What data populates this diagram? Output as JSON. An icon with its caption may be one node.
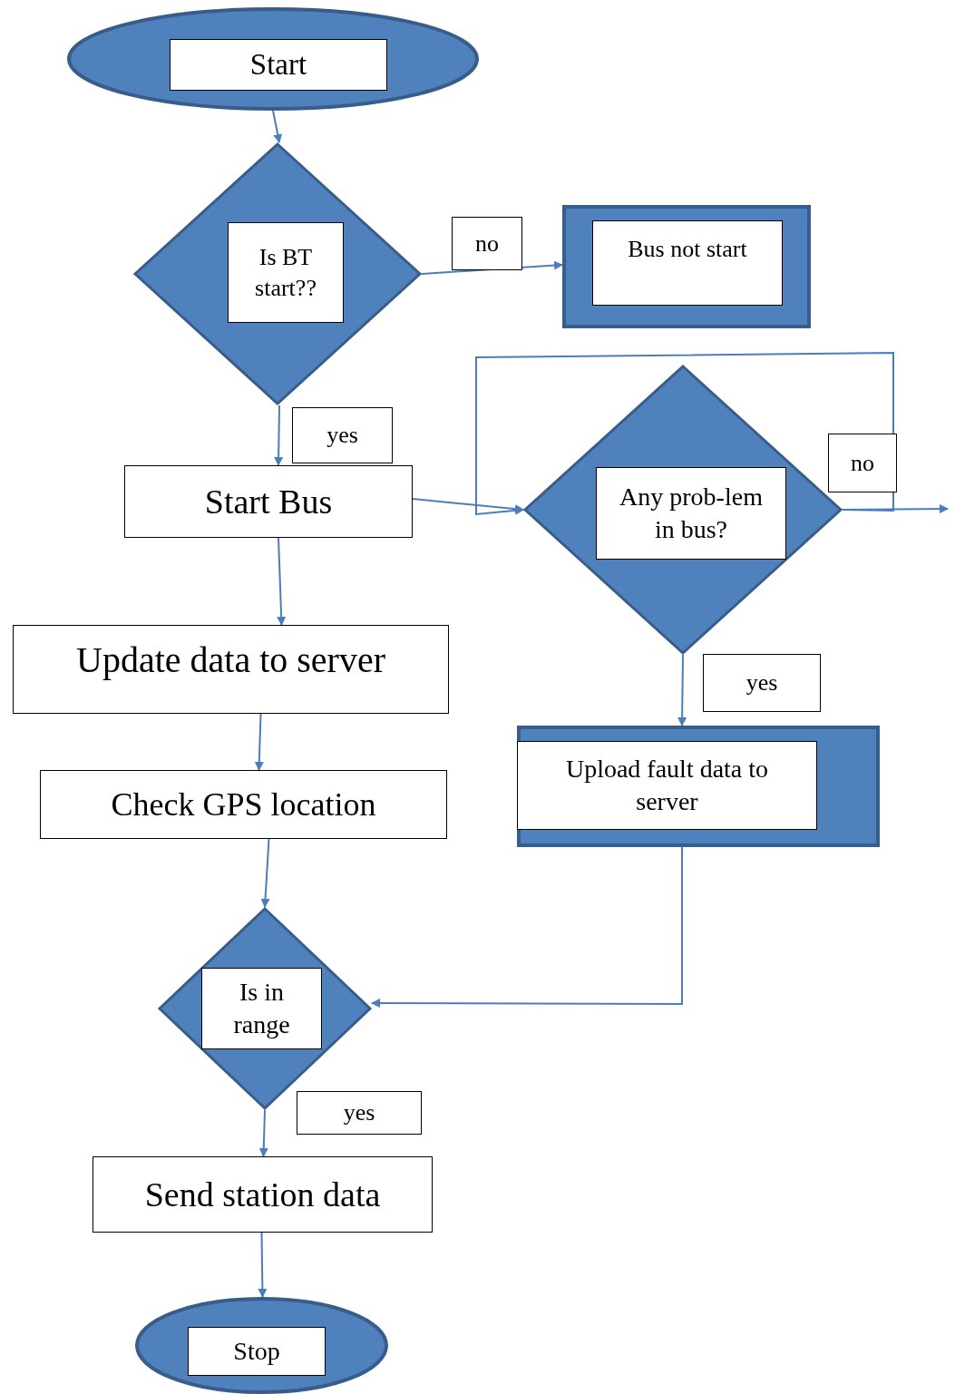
{
  "diagram": {
    "nodes": [
      {
        "text": [
          "Start"
        ]
      },
      {
        "text": [
          "Is BT start??"
        ]
      },
      {
        "text": [
          "Bus not start"
        ]
      },
      {
        "text": [
          "Start Bus"
        ]
      },
      {
        "text": [
          "Any prob-lem in bus?"
        ]
      },
      {
        "text": [
          "Update data to server"
        ]
      },
      {
        "text": [
          "Upload fault data to server"
        ]
      },
      {
        "text": [
          "Check GPS location"
        ]
      },
      {
        "text": [
          "Is in range"
        ]
      },
      {
        "text": [
          "Send station data"
        ]
      },
      {
        "text": [
          "Stop"
        ]
      }
    ],
    "edges": [
      {
        "from": 0,
        "to": 1,
        "arrow": "to"
      },
      {
        "from": 1,
        "to": 2,
        "arrow": "to",
        "label": "no"
      },
      {
        "from": 1,
        "to": 3,
        "arrow": "to",
        "label": "yes"
      },
      {
        "from": 3,
        "to": 4,
        "arrow": "to"
      },
      {
        "from": 3,
        "to": 5,
        "arrow": "to"
      },
      {
        "from": 4,
        "to": 4,
        "arrow": "to"
      },
      {
        "from": 4,
        "to": null,
        "arrow": "to",
        "label": "no"
      },
      {
        "from": 4,
        "to": 6,
        "arrow": "to",
        "label": "yes"
      },
      {
        "from": 5,
        "to": 7,
        "arrow": "to"
      },
      {
        "from": 7,
        "to": 8,
        "arrow": "to"
      },
      {
        "from": 6,
        "to": 8,
        "arrow": "to"
      },
      {
        "from": 8,
        "to": 9,
        "arrow": "to",
        "label": "yes"
      },
      {
        "from": 9,
        "to": 10,
        "arrow": "to"
      }
    ]
  }
}
